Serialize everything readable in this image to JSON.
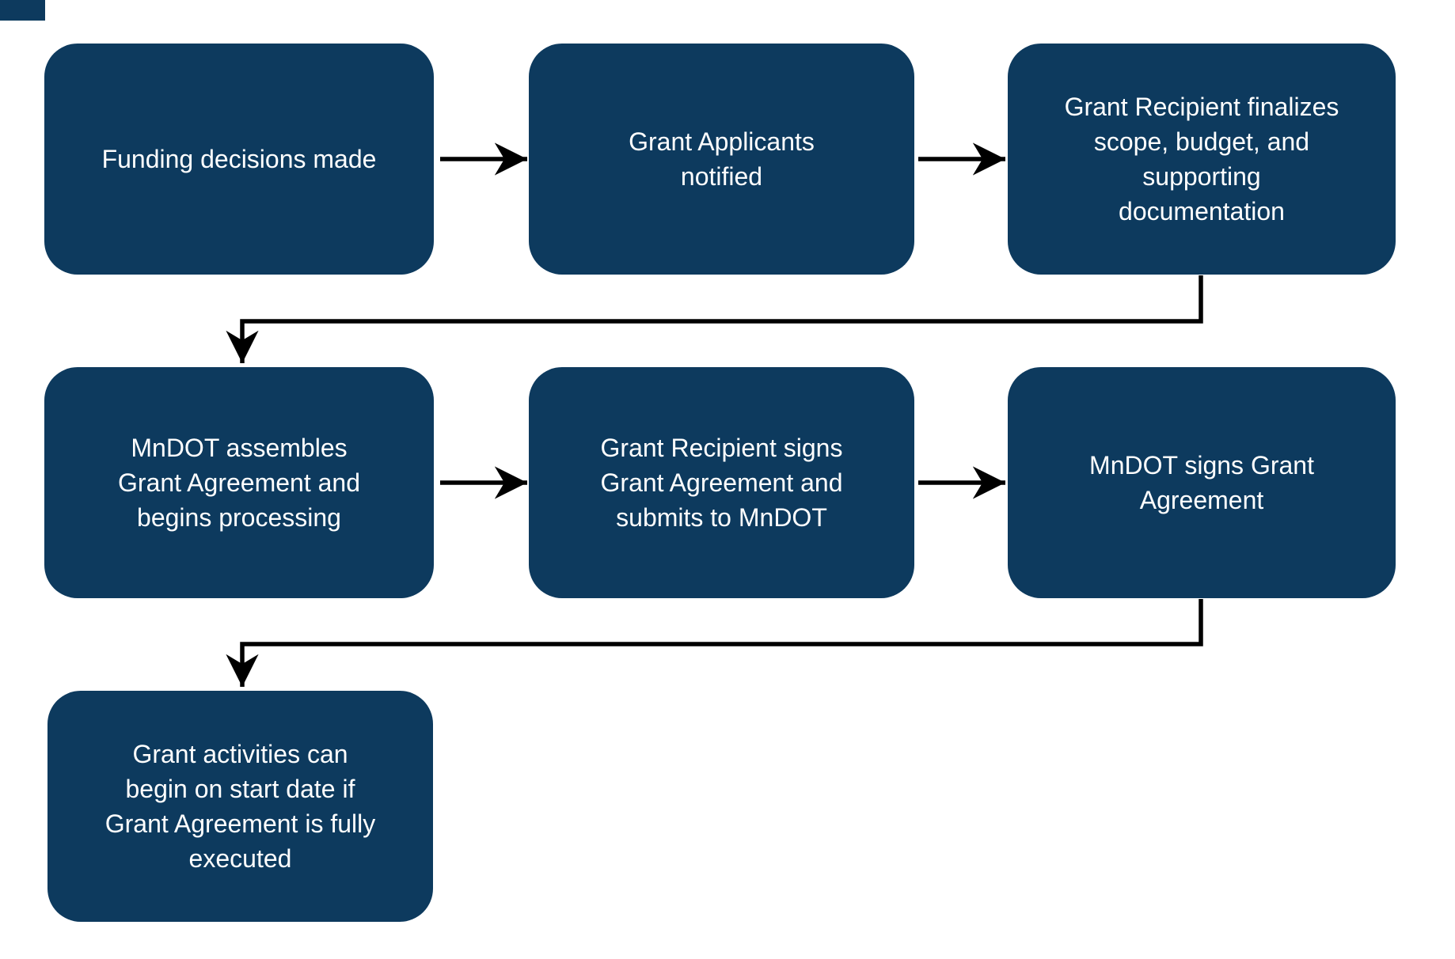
{
  "colors": {
    "box_fill": "#0d3a5e",
    "text": "#ffffff",
    "arrow": "#000000",
    "background": "#ffffff"
  },
  "flow": {
    "boxes": [
      {
        "id": "funding-decisions",
        "lines": [
          "Funding decisions made"
        ]
      },
      {
        "id": "applicants-notified",
        "lines": [
          "Grant Applicants",
          "notified"
        ]
      },
      {
        "id": "recipient-finalizes",
        "lines": [
          "Grant Recipient finalizes",
          "scope, budget, and",
          "supporting",
          "documentation"
        ]
      },
      {
        "id": "mndot-assembles",
        "lines": [
          "MnDOT assembles",
          "Grant Agreement and",
          "begins processing"
        ]
      },
      {
        "id": "recipient-signs",
        "lines": [
          "Grant Recipient signs",
          "Grant Agreement and",
          "submits to MnDOT"
        ]
      },
      {
        "id": "mndot-signs",
        "lines": [
          "MnDOT signs Grant",
          "Agreement"
        ]
      },
      {
        "id": "activities-begin",
        "lines": [
          "Grant activities can",
          "begin on start date if",
          "Grant Agreement is fully",
          "executed"
        ]
      }
    ],
    "connectors": [
      {
        "from": "funding-decisions",
        "to": "applicants-notified",
        "type": "straight-right"
      },
      {
        "from": "applicants-notified",
        "to": "recipient-finalizes",
        "type": "straight-right"
      },
      {
        "from": "recipient-finalizes",
        "to": "mndot-assembles",
        "type": "elbow-down-left-down"
      },
      {
        "from": "mndot-assembles",
        "to": "recipient-signs",
        "type": "straight-right"
      },
      {
        "from": "recipient-signs",
        "to": "mndot-signs",
        "type": "straight-right"
      },
      {
        "from": "mndot-signs",
        "to": "activities-begin",
        "type": "elbow-down-left-down"
      }
    ]
  }
}
